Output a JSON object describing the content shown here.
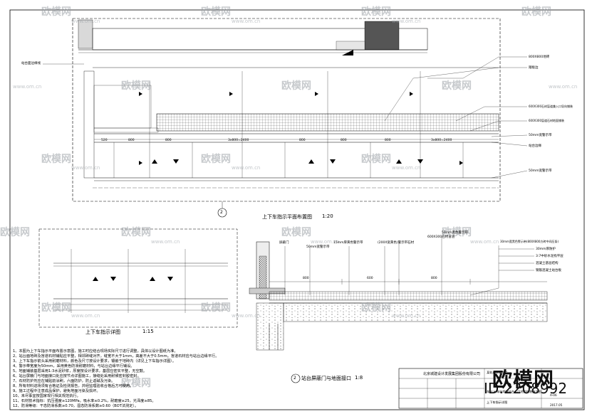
{
  "watermark": {
    "brand": "欧模网",
    "site": "www.om.cn"
  },
  "drawing": {
    "plan_title": "上下车指示平面布置图",
    "plan_scale": "1:20",
    "detail_title": "上下车指示详图",
    "detail_scale": "1:15",
    "section_title": "站台屏蔽门与地面接口",
    "section_scale": "1:8",
    "section_marker": "2"
  },
  "plan_dims": [
    "520",
    "800",
    "800",
    "3x800=2400",
    "800",
    "800",
    "800",
    "3x800=2400"
  ],
  "plan_callouts": [
    "站台面边缘线",
    "800X800地砖",
    "踏板边",
    "600X300石材盲道兼入口导向铺装",
    "600X300盲道石材地面铺装",
    "50mm宽警示带",
    "站台边缘",
    "50mm宽警示带"
  ],
  "section_callouts": [
    "屏蔽门",
    "50mm宽警示带",
    "15mm厚黄色警示带",
    "(200X宽黄色)警示带石材",
    "600X300石材盲道",
    "50mm黑色警示带",
    "30mm宽黑色警示带(800X800方砖中间压条)",
    "30mm厚防护",
    "3:7中砂水泥找平层",
    "混凝土基层结构",
    "钢筋混凝土站台板"
  ],
  "section_dims": [
    "800",
    "600",
    "800"
  ],
  "notes": [
    "1、本图为上下车指示平面布置示意图，施工时应结合现场实际尺寸进行调整，具体以设计图纸为准。",
    "2、站台面地砖及盲道石材铺贴应平整，相邻砖缝对齐，缝宽不大于1mm，高差不大于0.5mm。盲道石材应与站台边缘平行。",
    "3、上下车指示箭头采用耐磨材料，颜色及尺寸按设计要求，镶嵌于地砖内（详见上下车指示详图）。",
    "4、警示带宽度为50mm，采用黄色防滑耐磨材料，与站台边缘平行铺设。",
    "5、地面铺装基层采用1:3水泥砂浆，厚度按设计要求，基层应密实平整，无空鼓。",
    "6、站台屏蔽门与地面接口处应按节点详图施工，接缝处采用耐候密封胶密封。",
    "7、石材防护剂应在铺贴前涂刷，六面防护，防止返碱及污染。",
    "8、所有材料进场须有合格证及检测报告，并经监理验收合格后方可使用。",
    "9、施工过程中注意成品保护，避免地面污染及损坏。",
    "10、未尽事宜按国家现行相关规范执行。",
    "11、石材技术指标：抗压强度≥120MPa，吸水率≤0.2%，耐磨度≥25，光泽度≥85。",
    "12、防滑等级：干态防滑系数≥0.70，湿态防滑系数≥0.60（BOT法测定）。"
  ],
  "title_block": {
    "company": "北京城建设计发展集团股份有限公司",
    "project": "某轨道交通工程",
    "project_line2": "车站上/车站两端站台入口地面铺装施工图",
    "drawing_name": "上下车指示详图",
    "sheet_no": "A-06",
    "date": "2017.05"
  },
  "brand_logo": "欧模网",
  "brand_id": "ID:2208992"
}
